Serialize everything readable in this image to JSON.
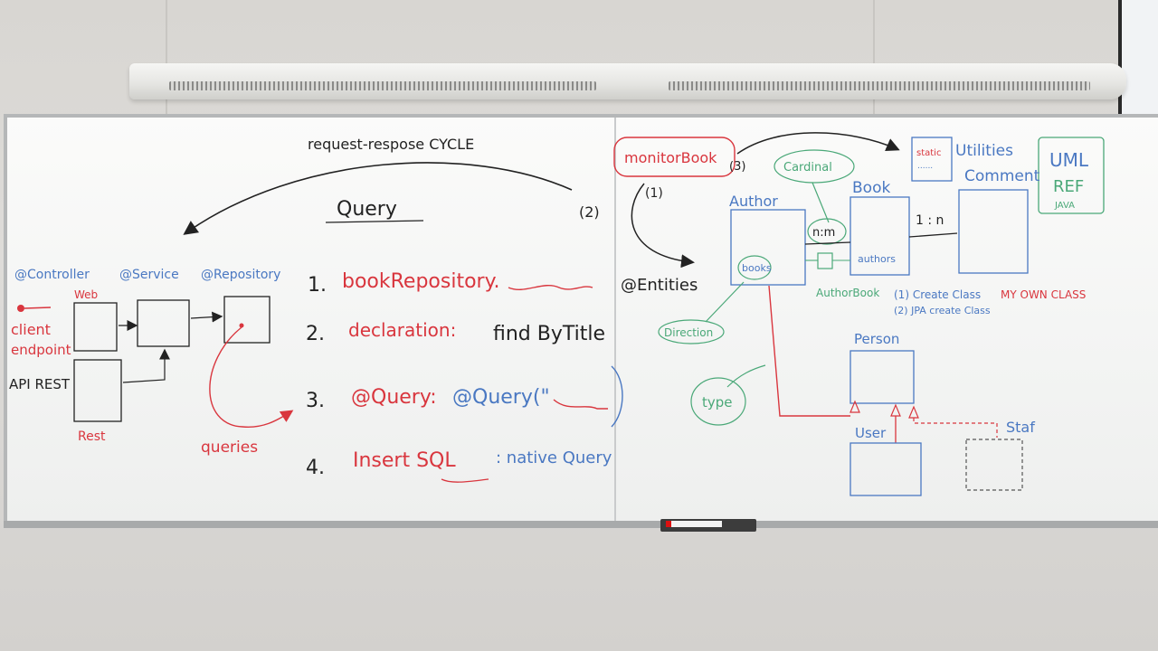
{
  "colors": {
    "black": "#222222",
    "red": "#d9363e",
    "blue": "#4a78c2",
    "green": "#4aa878",
    "board": "#f6f7f6",
    "wall": "#dad8d5"
  },
  "left_panel": {
    "cycle_title": "request-respose CYCLE",
    "cycle_step": "(2)",
    "query_heading": "Query",
    "layer_controller": "@Controller",
    "layer_service": "@Service",
    "layer_repository": "@Repository",
    "web_label": "Web",
    "client_label": "client",
    "endpoint_label": "endpoint",
    "api_rest_label": "API REST",
    "rest_label": "Rest",
    "queries_label": "queries",
    "steps": [
      {
        "number": "1.",
        "text": "bookRepository."
      },
      {
        "number": "2.",
        "text": "declaration:",
        "detail": "find ByTitle"
      },
      {
        "number": "3.",
        "text": "@Query:",
        "detail": "@Query(\""
      },
      {
        "number": "4.",
        "text": "Insert SQL",
        "detail": ": native Query"
      }
    ]
  },
  "right_panel": {
    "monitor_book": "monitorBook",
    "step_1": "(1)",
    "step_3": "(3)",
    "entities_label": "@Entities",
    "static_label": "static",
    "static_dots": "......",
    "utilities_label": "Utilities",
    "cardinal_label": "Cardinal",
    "author_label": "Author",
    "book_label": "Book",
    "comment_label": "Comment",
    "nm_label": "n:m",
    "one_n_label": "1 : n",
    "books_label": "books",
    "authors_label": "authors",
    "author_book_label": "AuthorBook",
    "create_class_note": "(1) Create Class",
    "my_own_class_note": "MY OWN CLASS",
    "jpa_note": "(2) JPA create Class",
    "direction_label": "Direction",
    "type_label": "type",
    "person_label": "Person",
    "user_label": "User",
    "staff_label": "Staf",
    "uml_lines": [
      "UML",
      "REF",
      "JAVA"
    ]
  }
}
